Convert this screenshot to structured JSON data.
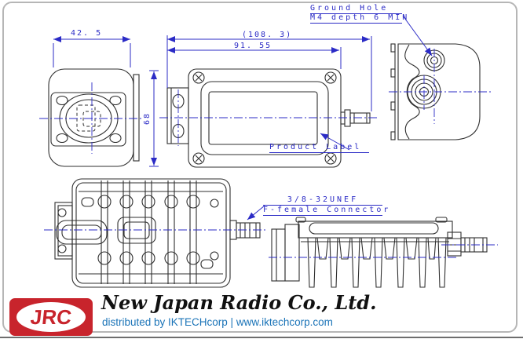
{
  "colors": {
    "drawing_blue": "#2b2bc6",
    "drawing_line": "#2f2f2f",
    "jrc_red": "#c8242c",
    "distributor_link_blue": "#1b74b8",
    "frame_gray": "#b6b6b6"
  },
  "dimensions": {
    "front_width": "42. 5",
    "overall_length": "(108. 3)",
    "body_length": "91. 55",
    "body_height": "68"
  },
  "annotations": {
    "ground_hole_title": "Ground Hole",
    "ground_hole_spec": "M4 depth 6 MIN",
    "product_label": "Product Label",
    "connector_thread": "3/8-32UNEF",
    "connector_type": "F-female Connector"
  },
  "footer": {
    "logo": "JRC",
    "company": "New Japan Radio Co., Ltd.",
    "distribution": "distributed by IKTECHcorp | www.iktechcorp.com"
  }
}
